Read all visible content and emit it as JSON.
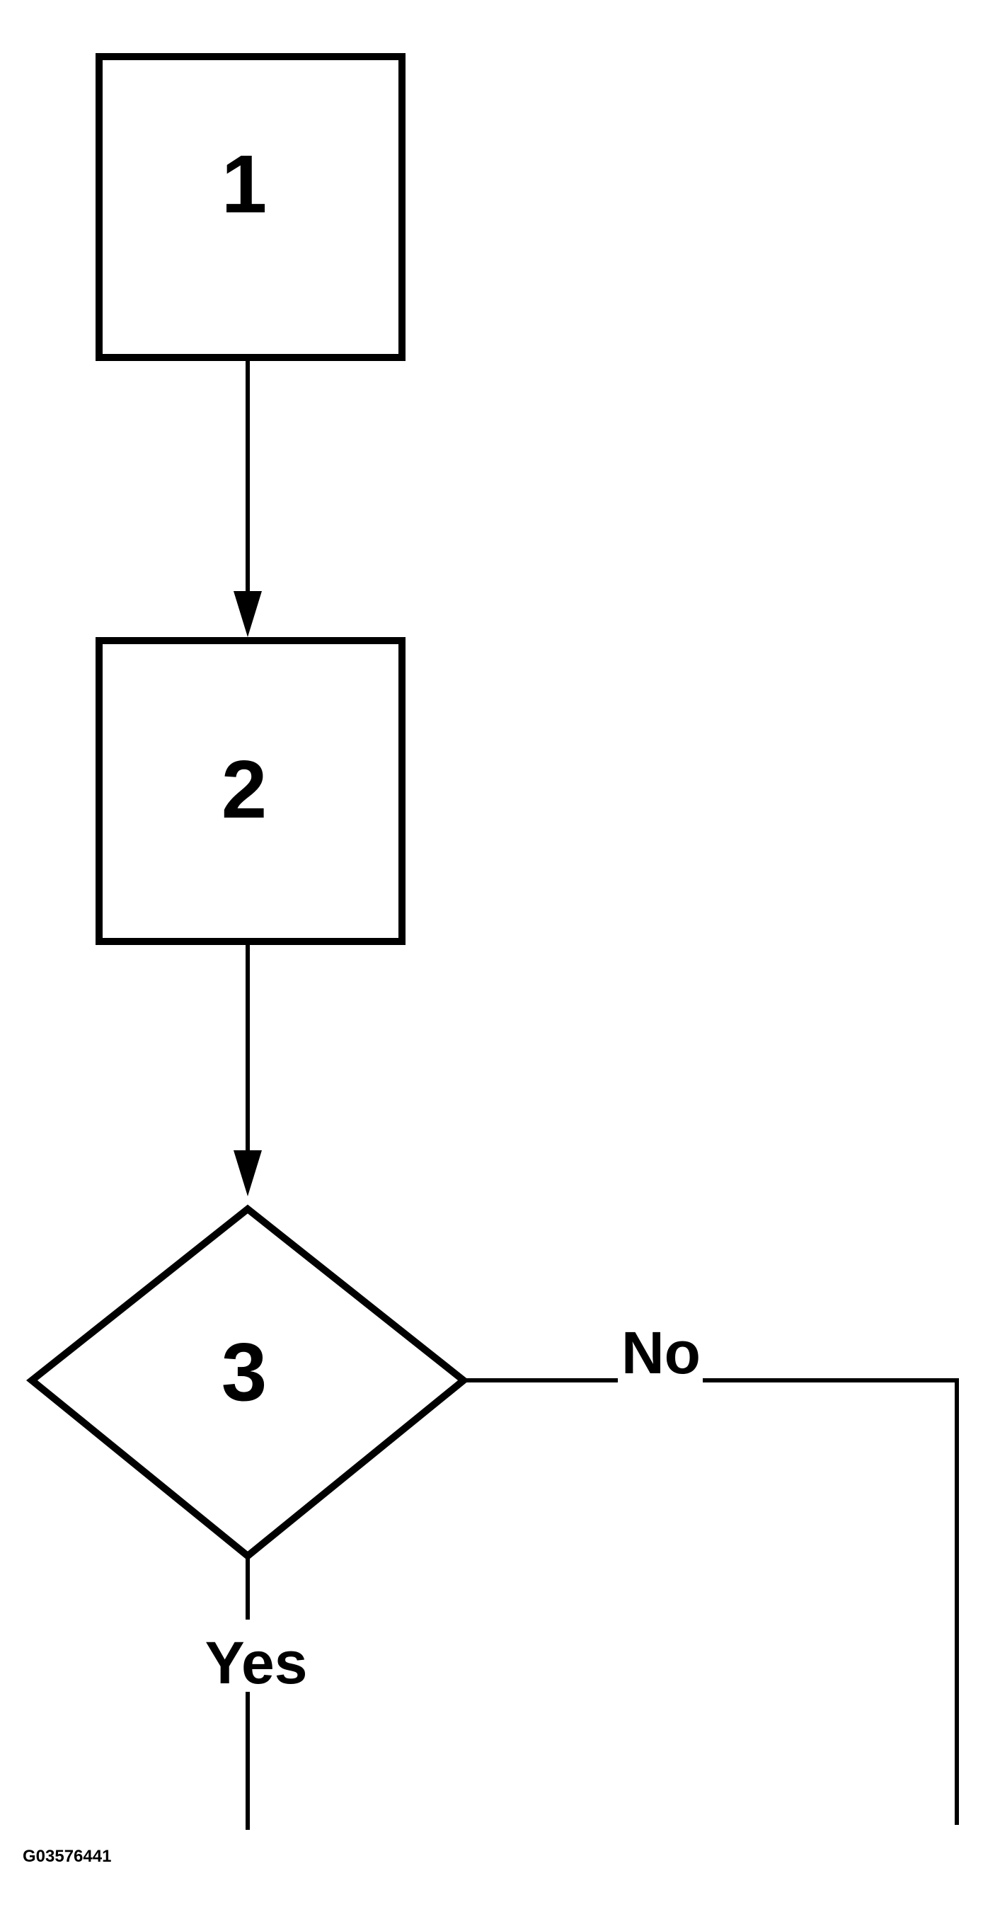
{
  "colors": {
    "stroke": "#000000",
    "background": "#ffffff"
  },
  "nodes": [
    {
      "id": "1",
      "shape": "rectangle",
      "label": "1"
    },
    {
      "id": "2",
      "shape": "rectangle",
      "label": "2"
    },
    {
      "id": "3",
      "shape": "diamond",
      "label": "3"
    }
  ],
  "edges": [
    {
      "from": "1",
      "to": "2",
      "arrow": true
    },
    {
      "from": "2",
      "to": "3",
      "arrow": true
    },
    {
      "from": "3",
      "direction": "right-then-down",
      "label": "No"
    },
    {
      "from": "3",
      "direction": "down",
      "label": "Yes"
    }
  ],
  "branch_labels": {
    "no": "No",
    "yes": "Yes"
  },
  "figure_id": "G03576441"
}
